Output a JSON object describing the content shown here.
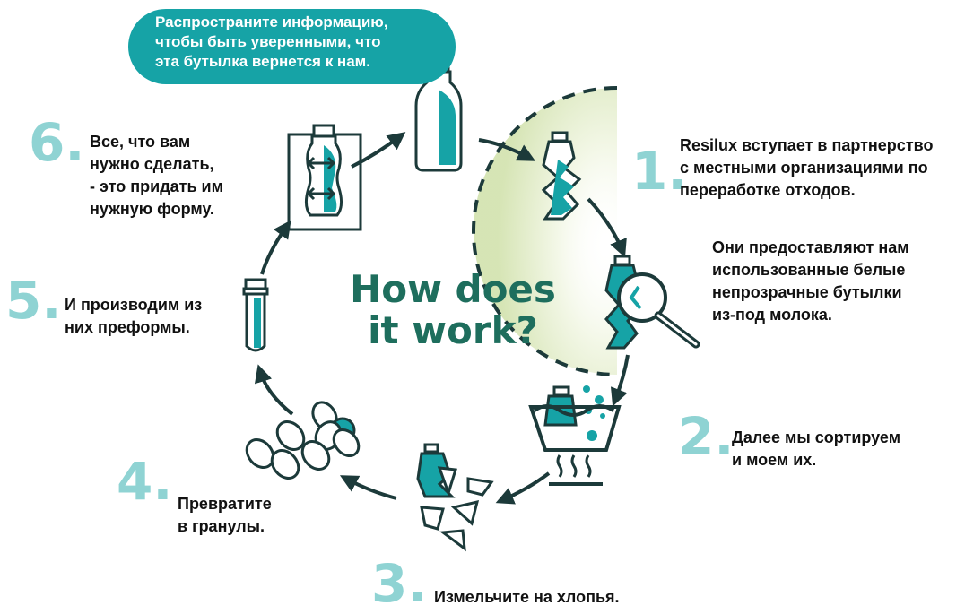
{
  "bubble": {
    "line1": "Распространите информацию,",
    "line2": "чтобы быть уверенными, что",
    "line3": "эта бутылка вернется к нам."
  },
  "title": {
    "line1": "How does",
    "line2": "it work?"
  },
  "steps": {
    "s1": {
      "num": "1.",
      "lines": [
        "Resilux вступает в партнерство",
        "с местными организациями по",
        "переработке отходов."
      ]
    },
    "s1b": {
      "lines": [
        "Они предоставляют нам",
        "использованные белые",
        "непрозрачные бутылки",
        "из-под молока."
      ]
    },
    "s2": {
      "num": "2.",
      "lines": [
        "Далее мы сортируем",
        "и моем их."
      ]
    },
    "s3": {
      "num": "3.",
      "lines": [
        "Измельчите на хлопья."
      ]
    },
    "s4": {
      "num": "4.",
      "lines": [
        "Превратите",
        "в гранулы."
      ]
    },
    "s5": {
      "num": "5.",
      "lines": [
        "И производим из",
        "них преформы."
      ]
    },
    "s6": {
      "num": "6.",
      "lines": [
        "Все, что вам",
        "нужно сделать,",
        "- это придать им",
        "нужную форму."
      ]
    }
  },
  "colors": {
    "teal": "#16a3a6",
    "light_teal": "#8fd3d3",
    "dark_green": "#1e6e5d",
    "glow": "#d8e6b4",
    "ink": "#1c3a3a"
  },
  "icons": [
    "bottle-icon",
    "crushed-bottle-icon",
    "magnifier-icon",
    "wash-basin-icon",
    "flakes-icon",
    "pellets-icon",
    "preform-icon",
    "blow-mold-icon",
    "arrow-icon"
  ]
}
